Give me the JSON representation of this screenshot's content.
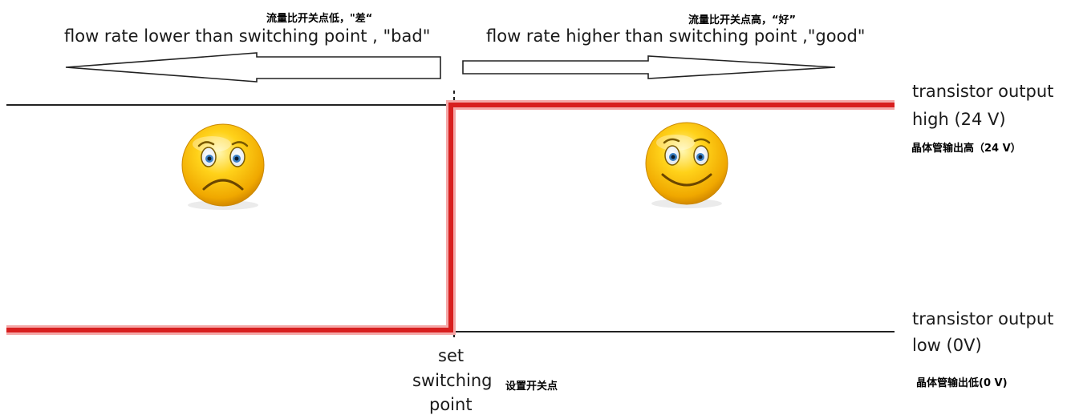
{
  "left_direction": {
    "cn_label": "流量比开关点低，\"差“",
    "en_label": "flow rate lower than switching point , \"bad\""
  },
  "right_direction": {
    "cn_label": "流量比开关点高，“好”",
    "en_label": "flow rate higher than switching point ,\"good\""
  },
  "high_output": {
    "label_line1": "transistor output",
    "label_line2": "high (24 V)",
    "cn_label": "晶体管输出高（24 V）"
  },
  "low_output": {
    "label_line1": "transistor output",
    "label_line2": "low (0V)",
    "cn_label": "晶体管输出低(0 V)"
  },
  "switching_point": {
    "label_line1": "set",
    "label_line2": "switching",
    "label_line3": "point",
    "cn_label": "设置开关点"
  },
  "icons": {
    "left": "sad-face-icon",
    "right": "happy-face-icon"
  },
  "colors": {
    "signal": "#d81f1f",
    "signal_glow": "#f4a8a8",
    "line": "#222222",
    "face": "#f5c400"
  }
}
